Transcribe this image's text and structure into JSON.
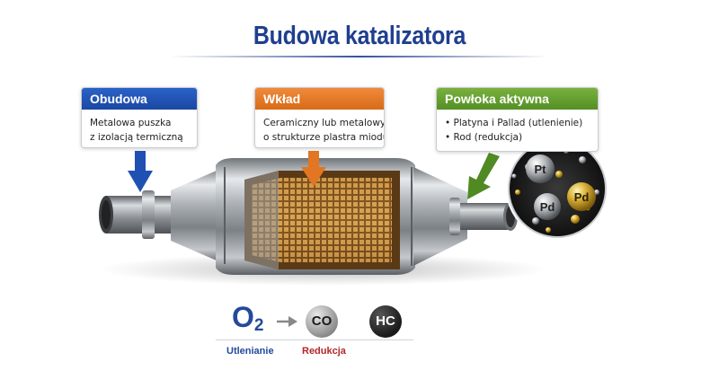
{
  "title": "Budowa katalizatora",
  "cards": {
    "housing": {
      "heading": "Obudowa",
      "lines": [
        "Metalowa puszka",
        "z izolacją termiczną"
      ],
      "color": "#1f51b3"
    },
    "core": {
      "heading": "Wkład",
      "lines": [
        "Ceramiczny lub metalowy",
        "o strukturze plastra miodu"
      ],
      "color": "#e27622"
    },
    "coating": {
      "heading": "Powłoka aktywna",
      "lines": [
        "• Platyna i Pallad (utlenienie)",
        "• Rod (redukcja)"
      ],
      "color": "#659f31"
    }
  },
  "particles": {
    "pt": "Pt",
    "pd_1": "Pd",
    "pd_2": "Pd"
  },
  "reactions": {
    "o2_base": "O",
    "o2_sub": "2",
    "co": "CO",
    "hc": "HC",
    "oxidation_label": "Utlenianie",
    "reduction_label": "Redukcja"
  },
  "colors": {
    "title": "#1f3f8f",
    "oxidation": "#234a9c",
    "reduction": "#b3262a"
  }
}
